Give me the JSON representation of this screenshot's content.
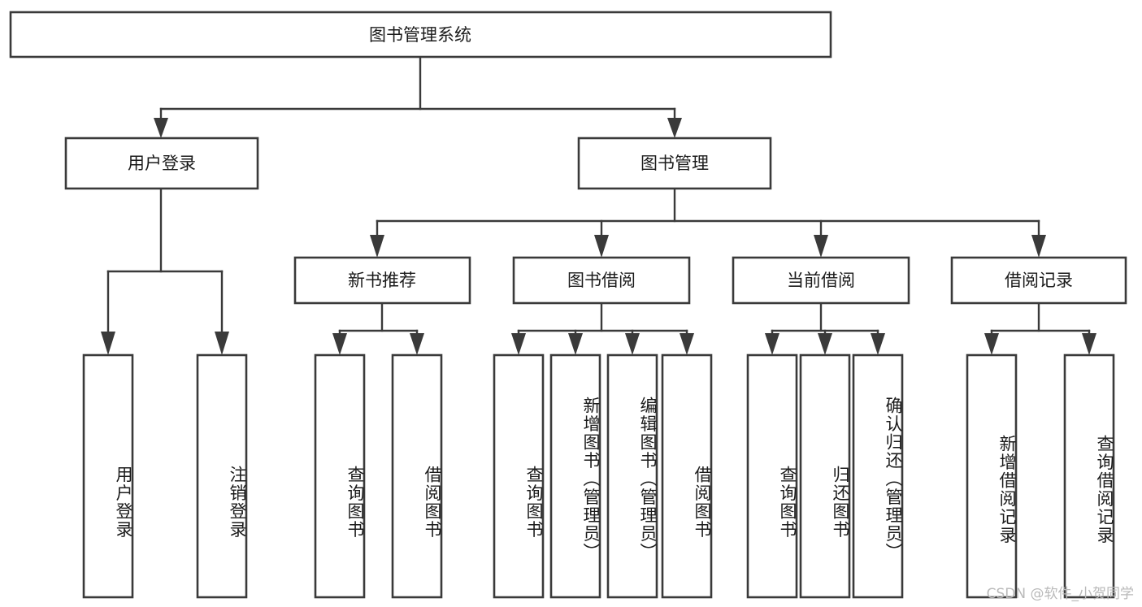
{
  "diagram": {
    "title": "图书管理系统",
    "type": "tree-hierarchy",
    "watermark": "CSDN @软件_小贺同学",
    "colors": {
      "box_stroke": "#3a3a3a",
      "box_fill": "#ffffff",
      "connector": "#3a3a3a",
      "text": "#1b1b1b",
      "background": "#ffffff",
      "watermark": "#b9b9b9"
    },
    "levels": {
      "root": {
        "label": "图书管理系统"
      },
      "level2": [
        {
          "label": "用户登录"
        },
        {
          "label": "图书管理"
        }
      ],
      "level3": [
        {
          "label": "新书推荐"
        },
        {
          "label": "图书借阅"
        },
        {
          "label": "当前借阅"
        },
        {
          "label": "借阅记录"
        }
      ],
      "leaves": {
        "user_login": [
          {
            "label": "用户登录"
          },
          {
            "label": "注销登录"
          }
        ],
        "new_book_recommend": [
          {
            "label": "查询图书"
          },
          {
            "label": "借阅图书"
          }
        ],
        "book_borrow": [
          {
            "label": "查询图书"
          },
          {
            "label": "新增图书（管理员）"
          },
          {
            "label": "编辑图书（管理员）"
          },
          {
            "label": "借阅图书"
          }
        ],
        "current_borrow": [
          {
            "label": "查询图书"
          },
          {
            "label": "归还图书"
          },
          {
            "label": "确认归还（管理员）"
          }
        ],
        "borrow_record": [
          {
            "label": "新增借阅记录"
          },
          {
            "label": "查询借阅记录"
          }
        ]
      }
    }
  }
}
